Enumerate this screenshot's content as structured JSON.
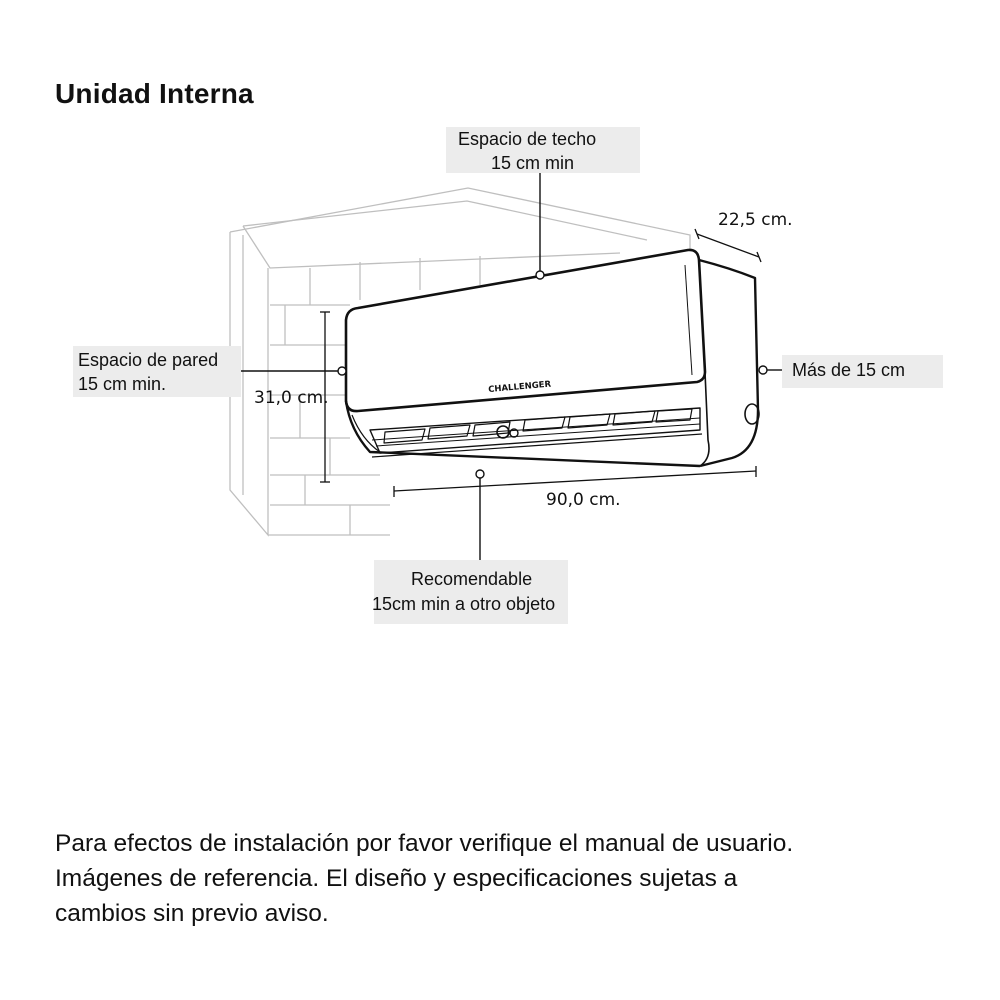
{
  "title": "Unidad Interna",
  "labels": {
    "ceiling_line1": "Espacio de techo",
    "ceiling_line2": "15 cm min",
    "wall_line1": "Espacio de pared",
    "wall_line2": "15 cm min.",
    "side": "Más de 15 cm",
    "bottom_line1": "Recomendable",
    "bottom_line2": "15cm min a otro objeto"
  },
  "dimensions": {
    "depth": "22,5 cm.",
    "height": "31,0 cm.",
    "width": "90,0 cm."
  },
  "brand_logo_text": "CHALLENGER",
  "notes": [
    "Para efectos de instalación por favor verifique el manual de usuario.",
    "Imágenes de referencia. El diseño y especificaciones sujetas a",
    "cambios sin previo aviso."
  ],
  "colors": {
    "label_background": "#ececec",
    "line": "#111111",
    "wall_line": "#bfbfbf"
  }
}
